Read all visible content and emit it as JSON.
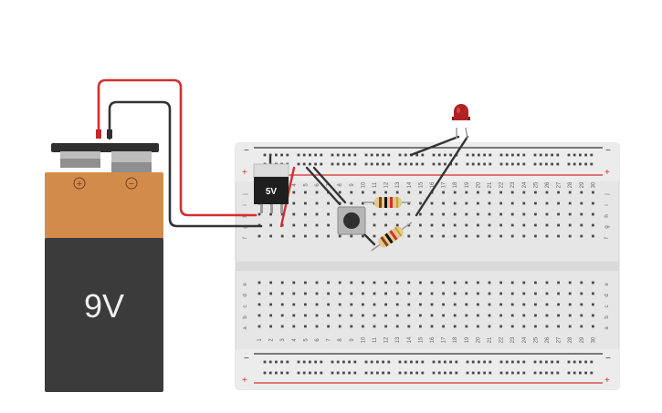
{
  "battery": {
    "label": "9V",
    "plus_symbol": "+",
    "minus_symbol": "−",
    "colors": {
      "top": "#d38b4c",
      "body": "#3b3b3b",
      "cap": "#2f2f2f",
      "terminal": "#bdbdbd"
    }
  },
  "regulator": {
    "label": "5V",
    "color": "#1f1f1f"
  },
  "breadboard": {
    "rail_minus": "−",
    "rail_plus": "+",
    "column_numbers": [
      "1",
      "2",
      "3",
      "4",
      "5",
      "6",
      "7",
      "8",
      "9",
      "10",
      "11",
      "12",
      "13",
      "14",
      "15",
      "16",
      "17",
      "18",
      "19",
      "20",
      "21",
      "22",
      "23",
      "24",
      "25",
      "26",
      "27",
      "28",
      "29",
      "30"
    ],
    "top_rows": [
      "j",
      "i",
      "h",
      "g",
      "f"
    ],
    "bottom_rows": [
      "e",
      "d",
      "c",
      "b",
      "a"
    ],
    "colors": {
      "board": "#e7e7e7",
      "rail_red": "#d32f2f",
      "rail_black": "#333333",
      "hole": "#4a4a4a"
    }
  },
  "components": {
    "pushbutton": "pushbutton",
    "resistor_1": "resistor",
    "resistor_2": "resistor",
    "led_color": "#b22222"
  },
  "wires": {
    "red": "#d32f2f",
    "black": "#333333"
  }
}
